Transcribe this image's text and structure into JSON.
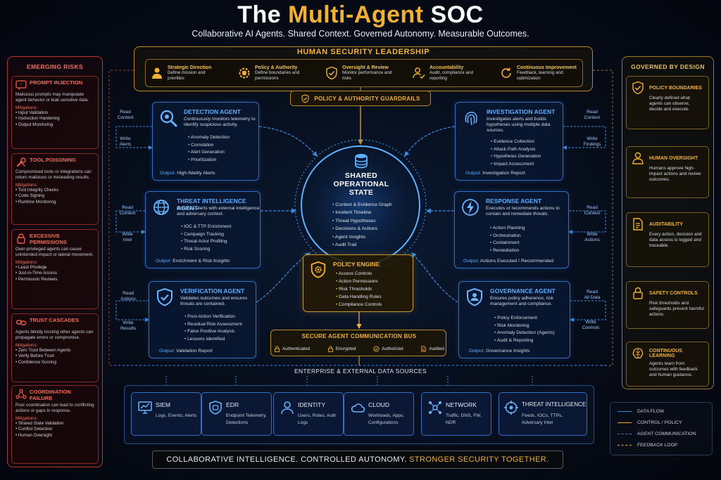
{
  "title": {
    "part1": "The ",
    "highlight": "Multi-Agent",
    "part2": " SOC"
  },
  "subtitle": "Collaborative AI Agents. Shared Context. Governed Autonomy. Measurable Outcomes.",
  "leadership": {
    "title": "HUMAN SECURITY LEADERSHIP",
    "items": [
      {
        "name": "Strategic Direction",
        "desc": "Define mission and priorities",
        "icon": "person-icon"
      },
      {
        "name": "Policy & Authority",
        "desc": "Define boundaries and permissions",
        "icon": "gear-shield-icon"
      },
      {
        "name": "Oversight & Review",
        "desc": "Monitor performance and risks",
        "icon": "shield-check-icon"
      },
      {
        "name": "Accountability",
        "desc": "Audit, compliance and reporting",
        "icon": "person-check-icon"
      },
      {
        "name": "Continuous Improvement",
        "desc": "Feedback, learning and optimization",
        "icon": "refresh-icon"
      }
    ]
  },
  "guardrails": "POLICY & AUTHORITY GUARDRAILS",
  "risks": {
    "title": "EMERGING RISKS",
    "mitigations_label": "Mitigations:",
    "items": [
      {
        "name": "PROMPT INJECTION",
        "desc": "Malicious prompts may manipulate agent behavior or leak sensitive data.",
        "mitigations": [
          "Input Validation",
          "Instruction Hardening",
          "Output Monitoring"
        ]
      },
      {
        "name": "TOOL POISONING",
        "desc": "Compromised tools or integrations can return malicious or misleading results.",
        "mitigations": [
          "Tool Integrity Checks",
          "Code Signing",
          "Runtime Monitoring"
        ]
      },
      {
        "name": "EXCESSIVE PERMISSIONS",
        "desc": "Over-privileged agents can cause unintended impact or lateral movement.",
        "mitigations": [
          "Least Privilege",
          "Just-in-Time Access",
          "Permission Reviews"
        ]
      },
      {
        "name": "TRUST CASCADES",
        "desc": "Agents blindly trusting other agents can propagate errors or compromise.",
        "mitigations": [
          "Zero Trust Between Agents",
          "Verify Before Trust",
          "Confidence Scoring"
        ]
      },
      {
        "name": "COORDINATION FAILURE",
        "desc": "Poor coordination can lead to conflicting actions or gaps in response.",
        "mitigations": [
          "Shared State Validation",
          "Conflict Detection",
          "Human Oversight"
        ]
      }
    ]
  },
  "governance": {
    "title": "GOVERNED BY DESIGN",
    "items": [
      {
        "name": "POLICY BOUNDARIES",
        "desc": "Clearly defined what agents can observe, decide and execute."
      },
      {
        "name": "HUMAN OVERSIGHT",
        "desc": "Humans approve high-impact actions and review outcomes."
      },
      {
        "name": "AUDITABILITY",
        "desc": "Every action, decision and data access is logged and traceable."
      },
      {
        "name": "SAFETY CONTROLS",
        "desc": "Risk thresholds and safeguards prevent harmful actions."
      },
      {
        "name": "CONTINUOUS LEARNING",
        "desc": "Agents learn from outcomes with feedback and human guidance."
      }
    ]
  },
  "agents": {
    "output_label": "Output:",
    "detection": {
      "name": "DETECTION AGENT",
      "desc": "Continuously monitors telemetry to identify suspicious activity.",
      "items": [
        "Anomaly Detection",
        "Correlation",
        "Alert Generation",
        "Prioritization"
      ],
      "output": "High-fidelity Alerts"
    },
    "threat": {
      "name": "THREAT INTELLIGENCE AGENT",
      "desc": "Enriches alerts with external intelligence and adversary context.",
      "items": [
        "IOC & TTP Enrichment",
        "Campaign Tracking",
        "Threat Actor Profiling",
        "Risk Scoring"
      ],
      "output": "Enrichment & Risk Insights"
    },
    "verification": {
      "name": "VERIFICATION AGENT",
      "desc": "Validates outcomes and ensures threats are contained.",
      "items": [
        "Post-Action Verification",
        "Residual Risk Assessment",
        "False Positive Analysis",
        "Lessons Identified"
      ],
      "output": "Validation Report"
    },
    "investigation": {
      "name": "INVESTIGATION AGENT",
      "desc": "Investigates alerts and builds hypotheses using multiple data sources.",
      "items": [
        "Evidence Collection",
        "Attack Path Analysis",
        "Hypothesis Generation",
        "Impact Assessment"
      ],
      "output": "Investigation Report"
    },
    "response": {
      "name": "RESPONSE AGENT",
      "desc": "Executes or recommends actions to contain and remediate threats.",
      "items": [
        "Action Planning",
        "Orchestration",
        "Containment",
        "Remediation"
      ],
      "output": "Actions Executed / Recommended"
    },
    "governance": {
      "name": "GOVERNANCE AGENT",
      "desc": "Ensures policy adherence, risk management and compliance.",
      "items": [
        "Policy Enforcement",
        "Risk Monitoring",
        "Anomaly Detection (Agents)",
        "Audit & Reporting"
      ],
      "output": "Governance Insights"
    }
  },
  "flow_labels": {
    "l1a": "Read\nContext",
    "l1b": "Write\nAlerts",
    "l2a": "Read\nContext",
    "l2b": "Write\nIntel",
    "l3a": "Read\nActions",
    "l3b": "Write\nResults",
    "r1a": "Read\nContext",
    "r1b": "Write\nFindings",
    "r2a": "Read\nContext",
    "r2b": "Write\nActions",
    "r3a": "Read\nAll Data",
    "r3b": "Write\nControls"
  },
  "shared_state": {
    "title": "SHARED\nOPERATIONAL\nSTATE",
    "items": [
      "Context & Evidence Graph",
      "Incident Timeline",
      "Threat Hypotheses",
      "Decisions & Actions",
      "Agent Insights",
      "Audit Trail"
    ]
  },
  "policy_engine": {
    "title": "POLICY ENGINE",
    "items": [
      "Access Controls",
      "Action Permissions",
      "Risk Thresholds",
      "Data Handling Rules",
      "Compliance Controls"
    ]
  },
  "bus": {
    "title": "SECURE AGENT COMMUNICATION BUS",
    "items": [
      "Authenticated",
      "Encrypted",
      "Authorized",
      "Audited"
    ]
  },
  "enterprise": {
    "title": "ENTERPRISE & EXTERNAL DATA SOURCES",
    "sources": [
      {
        "name": "SIEM",
        "desc": "Logs, Events, Alerts"
      },
      {
        "name": "EDR",
        "desc": "Endpoint Telemetry, Detections"
      },
      {
        "name": "IDENTITY",
        "desc": "Users, Roles, Auth Logs"
      },
      {
        "name": "CLOUD",
        "desc": "Workloads, Apps, Configurations"
      },
      {
        "name": "NETWORK",
        "desc": "Traffic, DNS, FW, NDR"
      },
      {
        "name": "THREAT INTELLIGENCE",
        "desc": "Feeds, IOCs, TTPs, Adversary Intel"
      }
    ]
  },
  "legend": {
    "items": [
      {
        "label": "DATA FLOW",
        "color": "#3b8be0",
        "style": "solid"
      },
      {
        "label": "CONTROL / POLICY",
        "color": "#f2b134",
        "style": "solid"
      },
      {
        "label": "AGENT COMMUNICATION",
        "color": "#3b8be0",
        "style": "dashed"
      },
      {
        "label": "FEEDBACK LOOP",
        "color": "#f2b134",
        "style": "dashed"
      }
    ]
  },
  "footer": {
    "part1": "COLLABORATIVE INTELLIGENCE. CONTROLLED AUTONOMY. ",
    "highlight": "STRONGER SECURITY TOGETHER."
  }
}
